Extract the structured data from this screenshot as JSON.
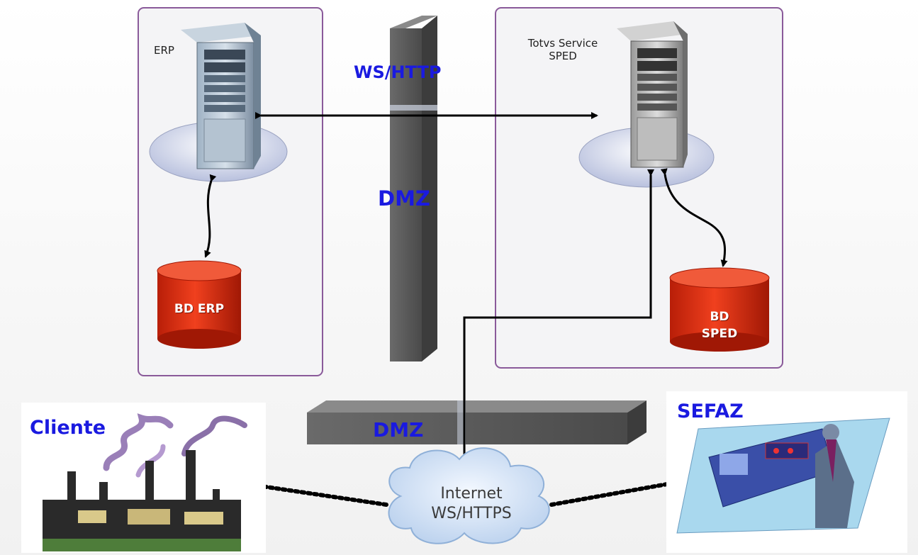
{
  "zones": {
    "erp": {
      "label": "ERP"
    },
    "sped": {
      "label_line1": "Totvs Service",
      "label_line2": "SPED"
    }
  },
  "labels": {
    "ws_http": "WS/HTTP",
    "dmz_vertical": "DMZ",
    "dmz_horizontal": "DMZ"
  },
  "databases": {
    "erp": {
      "label": "BD ERP"
    },
    "sped": {
      "label_line1": "BD",
      "label_line2": "SPED"
    }
  },
  "cloud": {
    "line1": "Internet",
    "line2": "WS/HTTPS"
  },
  "endpoints": {
    "cliente": "Cliente",
    "sefaz": "SEFAZ"
  },
  "colors": {
    "zone_border": "#8a5a9a",
    "label_blue": "#1a1ae0",
    "db_red": "#d42a12",
    "wall_gray": "#555555"
  }
}
